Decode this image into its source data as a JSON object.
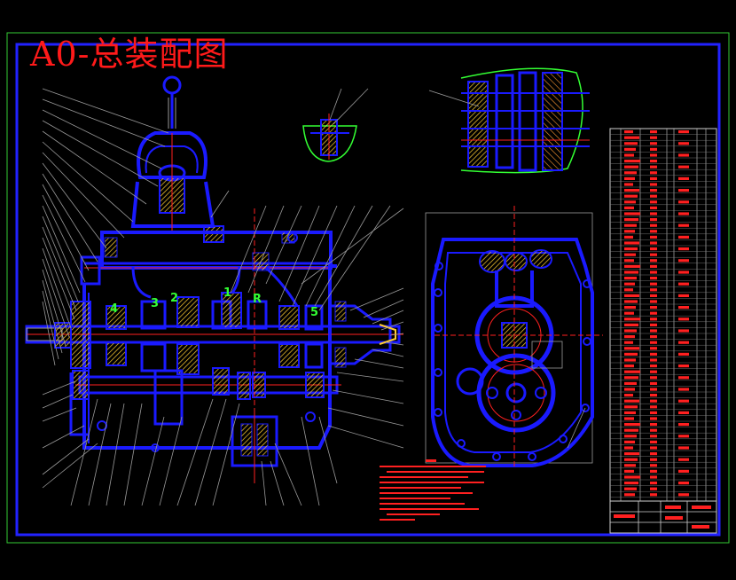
{
  "drawing": {
    "title": "A0-总装配图",
    "gear_labels": [
      {
        "text": "4",
        "color": "#33ff33"
      },
      {
        "text": "3",
        "color": "#33ff33"
      },
      {
        "text": "2",
        "color": "#33ff33"
      },
      {
        "text": "1",
        "color": "#33ff33"
      },
      {
        "text": "R",
        "color": "#33ff33"
      },
      {
        "text": "5",
        "color": "#33ff33"
      }
    ]
  },
  "colors": {
    "border": "#2222ff",
    "outer_frame": "#33cc33",
    "part": "#1a1aff",
    "accent_red": "#ff2020",
    "hatch": "#ffcc33",
    "leader": "#9a9a9a",
    "cyan": "#00ffff",
    "green": "#33ff33",
    "magenta": "#ff33ff"
  }
}
